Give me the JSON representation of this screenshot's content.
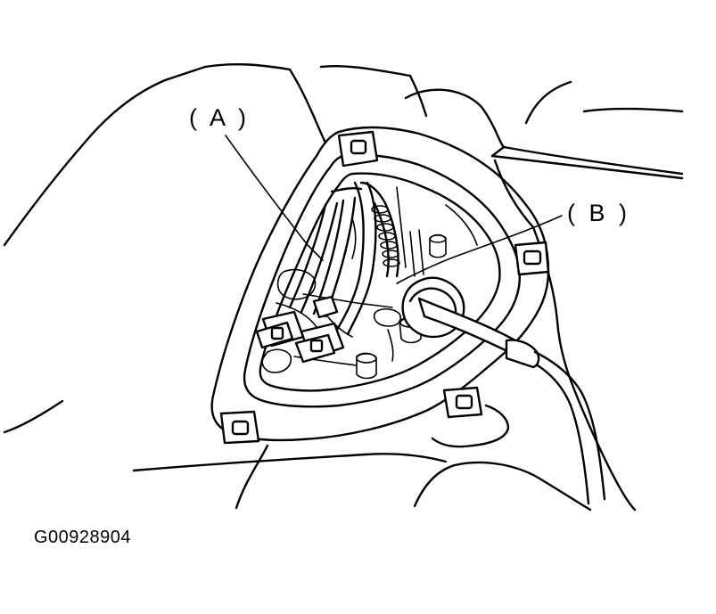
{
  "callouts": {
    "a": "( A )",
    "b": "( B )"
  },
  "figure_id": "G00928904"
}
